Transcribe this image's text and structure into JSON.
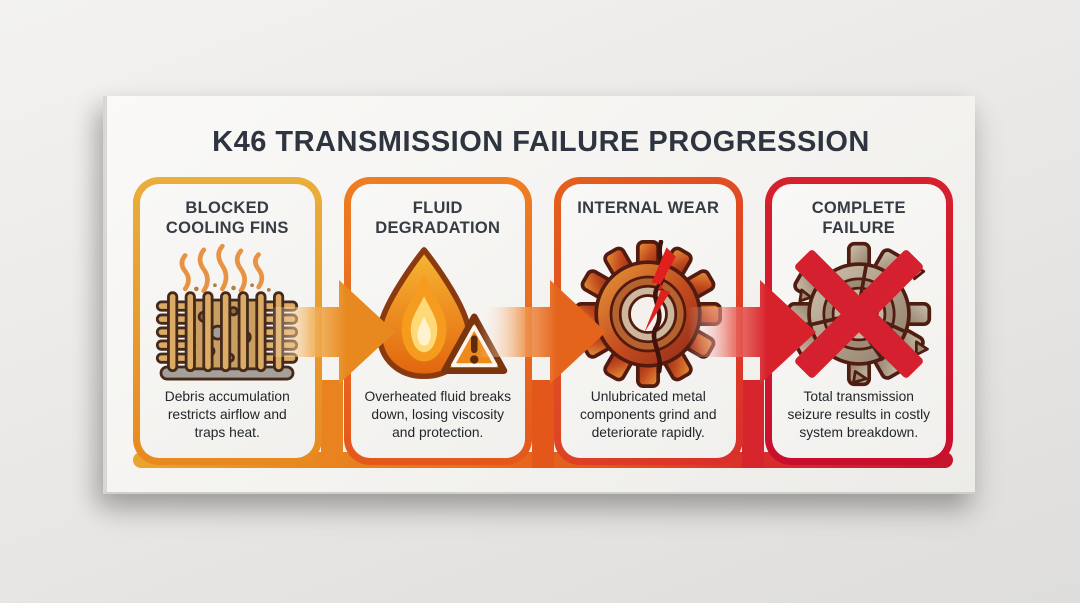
{
  "poster": {
    "title": "K46 TRANSMISSION FAILURE PROGRESSION",
    "type": "process-flow-infographic",
    "stages": [
      {
        "title": "BLOCKED COOLING FINS",
        "description": "Debris accumulation restricts airflow and traps heat.",
        "icon": "clogged-cooling-fins-with-heat-waves-icon",
        "border_gradient": [
          "#E9AE3C",
          "#E8891F"
        ]
      },
      {
        "title": "FLUID DEGRADATION",
        "description": "Overheated fluid breaks down, losing viscosity and protection.",
        "icon": "burning-fluid-droplet-with-warning-triangle-icon",
        "border_gradient": [
          "#EE7E24",
          "#E4571B"
        ]
      },
      {
        "title": "INTERNAL WEAR",
        "description": "Unlubricated metal components grind and deteriorate rapidly.",
        "icon": "cracked-gear-icon",
        "border_gradient": [
          "#E4611D",
          "#D92E2B"
        ]
      },
      {
        "title": "COMPLETE FAILURE",
        "description": "Total transmission seizure results in costly system breakdown.",
        "icon": "shattered-gear-with-red-x-icon",
        "border_gradient": [
          "#D6202E",
          "#C8102E"
        ]
      }
    ],
    "arrows": [
      {
        "direction": "right",
        "color": "#E8891F"
      },
      {
        "direction": "right",
        "color": "#E4641C"
      },
      {
        "direction": "right",
        "color": "#D7222C"
      }
    ],
    "colors": {
      "title_text": "#2E3440",
      "card_text": "#23272B",
      "canvas_background": "#F5F4F1",
      "wall_background": "#E7E6E4",
      "progression_ribbon": [
        "#E8A62E",
        "#E8711E",
        "#D92E2B",
        "#C5152C"
      ]
    }
  }
}
